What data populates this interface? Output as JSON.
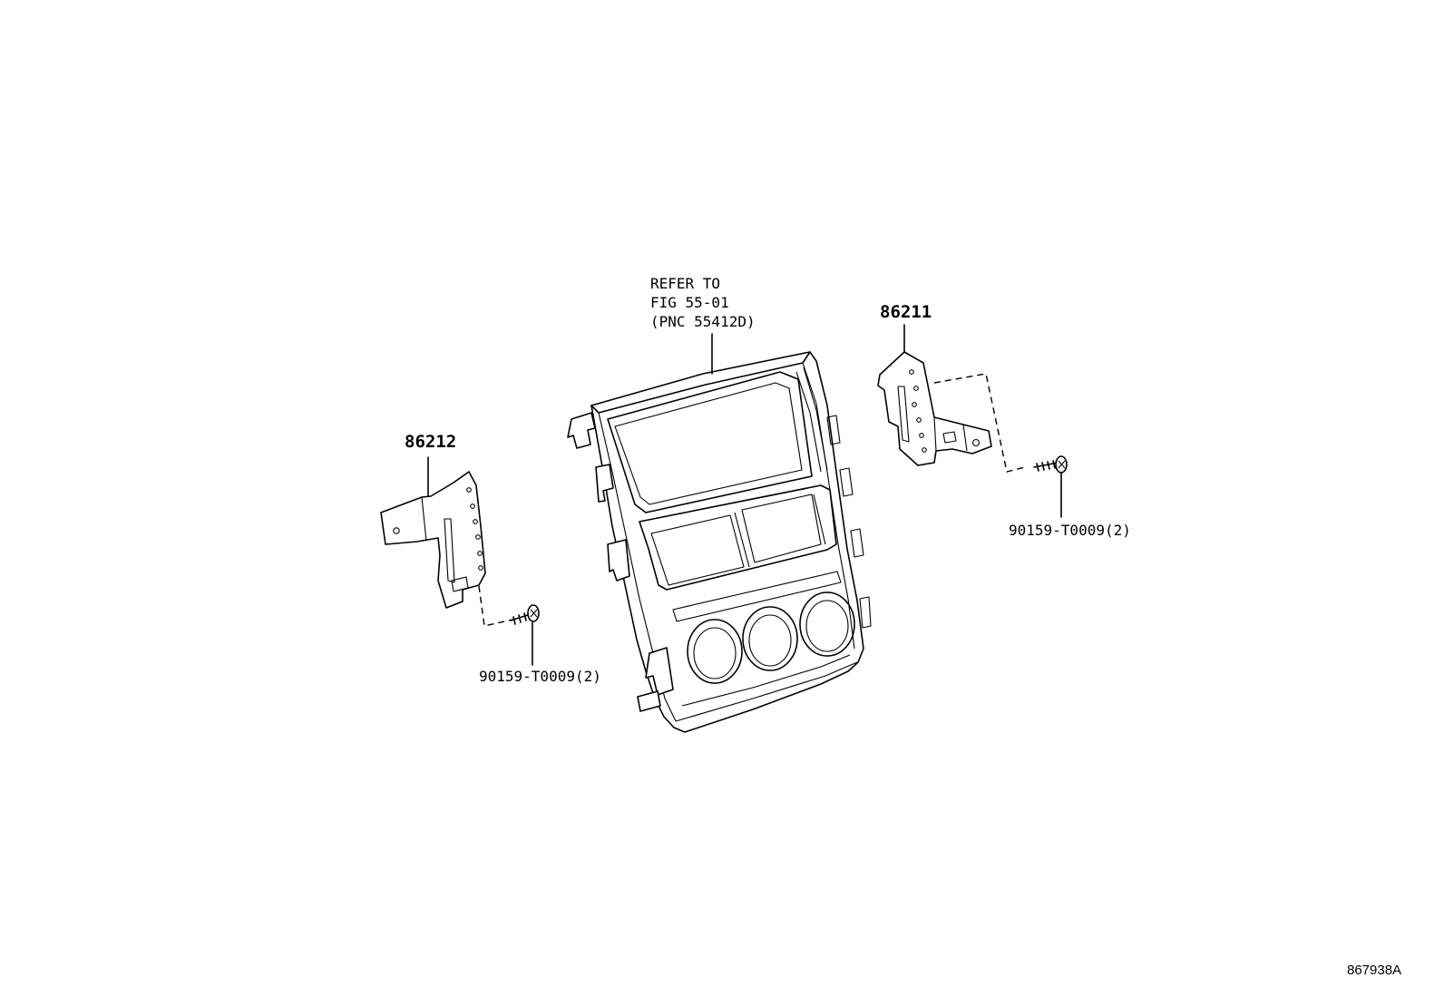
{
  "diagram": {
    "callouts": {
      "bezel_note": [
        "REFER TO",
        "FIG 55-01",
        "(PNC 55412D)"
      ],
      "right_bracket": "86211",
      "left_bracket": "86212",
      "right_screw": "90159-T0009(2)",
      "left_screw": "90159-T0009(2)"
    },
    "figure_id": "867938A"
  }
}
